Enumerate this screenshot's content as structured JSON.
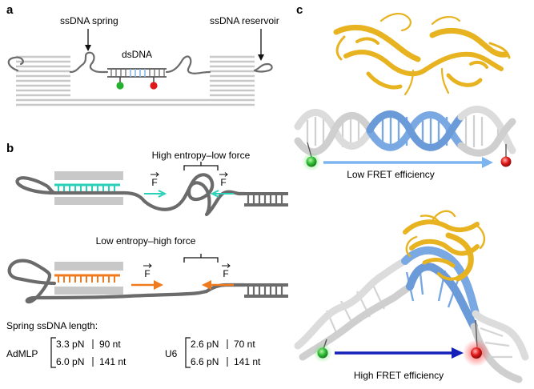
{
  "panel_a": {
    "label": "a",
    "spring_label": "ssDNA spring",
    "reservoir_label": "ssDNA reservoir",
    "dsdna_label": "dsDNA"
  },
  "panel_b": {
    "label": "b",
    "high_entropy_label": "High entropy–low force",
    "low_entropy_label": "Low entropy–high force",
    "force_symbol": "F",
    "spring_length_title": "Spring ssDNA length:",
    "groups": [
      {
        "name": "AdMLP",
        "rows": [
          {
            "force": "3.3 pN",
            "length": "90 nt"
          },
          {
            "force": "6.0 pN",
            "length": "141 nt"
          }
        ]
      },
      {
        "name": "U6",
        "rows": [
          {
            "force": "2.6 pN",
            "length": "70 nt"
          },
          {
            "force": "6.6 pN",
            "length": "141 nt"
          }
        ]
      }
    ]
  },
  "panel_c": {
    "label": "c",
    "low_fret_label": "Low FRET efficiency",
    "high_fret_label": "High FRET efficiency"
  },
  "colors": {
    "gray_block": "#c8c8c8",
    "strand": "#6b6b6b",
    "dsdna_blue": "#8ab4e6",
    "cyan": "#2ad1b9",
    "orange": "#f07a1e",
    "green_dye": "#26b030",
    "red_dye": "#e01818",
    "protein": "#e8b320",
    "helix_white": "#dcdcdc",
    "helix_blue": "#7aa8e2",
    "arrow_light": "#7cb4f0",
    "arrow_dark": "#1420b8"
  }
}
